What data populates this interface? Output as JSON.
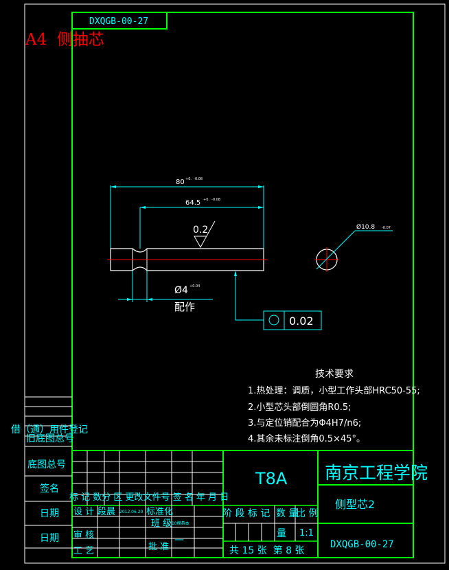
{
  "drawing": {
    "code_top": "DXQGB-00-27",
    "sheet_label": "A4  侧抽芯",
    "dimensions": {
      "overall_length": "80",
      "overall_length_tol": "+0.  -0.08",
      "inner_length": "64.5",
      "inner_length_tol": "+0.  -0.08",
      "groove_diameter": "Ø4",
      "groove_tol": "+0.04",
      "fit_note": "配作",
      "diameter": "Ø10.8",
      "diameter_tol": "-0.07",
      "roughness": "0.2",
      "geometric_tolerance": "0.02"
    },
    "tech_requirements": {
      "title": "技术要求",
      "items": [
        "1.热处理：调质，小型工作头部HRC50-55;",
        "2.小型芯头部倒圆角R0.5;",
        "3.与定位销配合为Φ4H7/n6;",
        "4.其余未标注倒角0.5×45°。"
      ]
    },
    "side_table": {
      "rows": [
        "借（通）用件登记",
        "旧底图总号",
        "底图总号",
        "签名",
        "日期",
        "日期"
      ]
    },
    "title_block": {
      "material": "T8A",
      "school": "南京工程学院",
      "part_name": "侧型芯2",
      "drawing_code": "DXQGB-00-27",
      "revision_header": "标 记 数分 区 更改文件号 签 名 年 月 日",
      "design_label": "设 计",
      "designer": "段晨",
      "design_date": "2012.06.20",
      "standardization": "标准化",
      "review_label": "审 核",
      "process_label": "工 艺",
      "class_label": "班 级",
      "class_value": "10模具本",
      "approve_label": "批 准",
      "approve_value": "—",
      "stage_mark_label": "阶 段 标 记",
      "weight_label": "数 量",
      "scale_label": "比 例",
      "quantity": "量",
      "scale": "1:1",
      "sheets": "共 15 张  第 8 张"
    }
  }
}
